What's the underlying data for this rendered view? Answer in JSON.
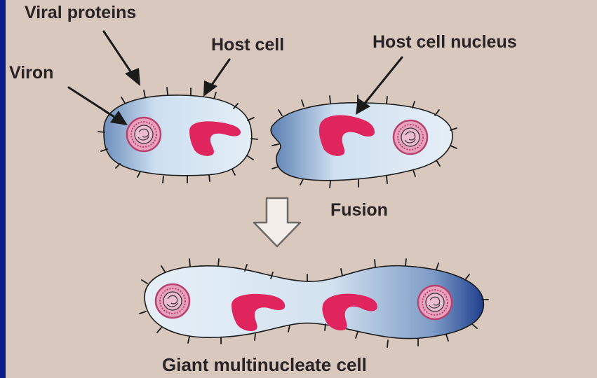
{
  "labels": {
    "viral_proteins": "Viral proteins",
    "host_cell": "Host cell",
    "host_cell_nucleus": "Host cell nucleus",
    "viron": "Viron",
    "fusion": "Fusion",
    "giant_cell": "Giant multinucleate cell"
  },
  "colors": {
    "background": "#d9c8bd",
    "frame": "#0a1a8a",
    "cytoplasm_light": "#dde9f1",
    "cytoplasm_dark": "#5b7fb2",
    "nucleus": "#e0245e",
    "virion_ring": "#c04a78",
    "virion_fill": "#e8a2bd"
  },
  "icons": {
    "fusion_arrow": "down-arrow-icon"
  }
}
